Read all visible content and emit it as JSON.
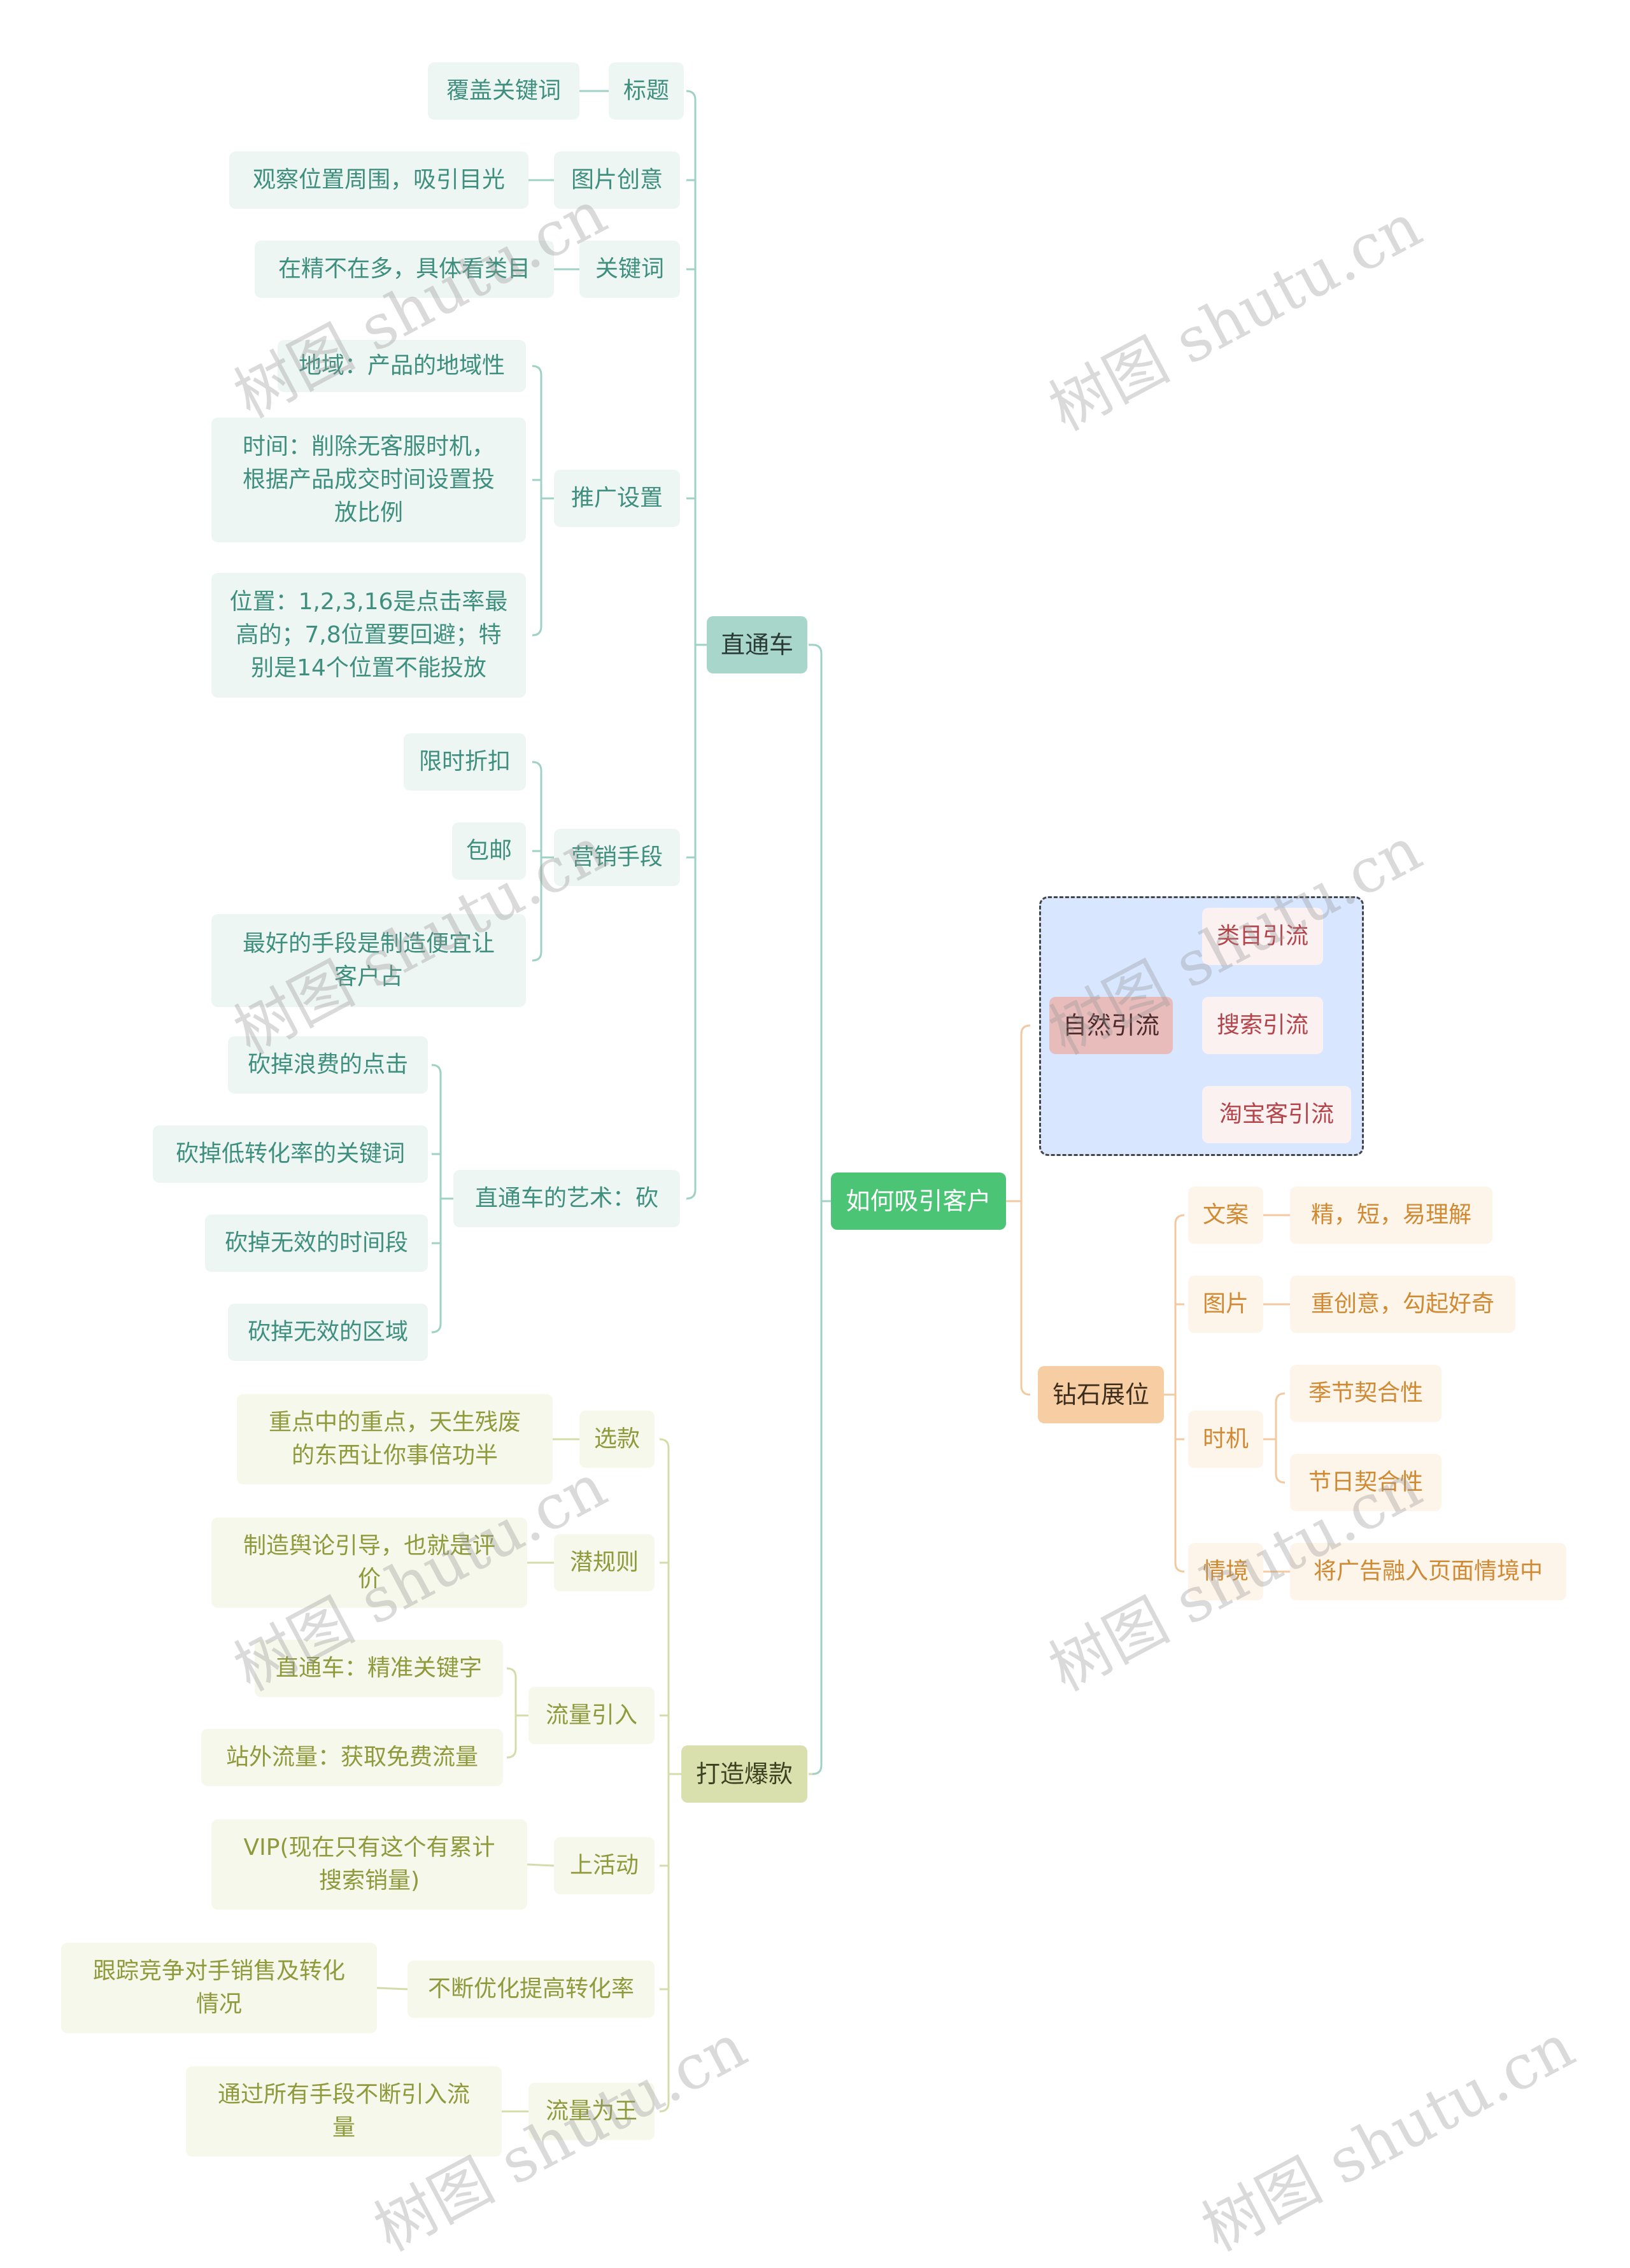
{
  "colors": {
    "teal": "#a9d6cb",
    "olive": "#d9e0ad",
    "orange": "#f7cea3",
    "red": "#e9bcbc",
    "root": "#4cc476"
  },
  "watermark": "树图 shutu.cn",
  "root": "如何吸引客户",
  "ztc": {
    "title": "直通车",
    "items": [
      {
        "label": "标题",
        "children": [
          "覆盖关键词"
        ]
      },
      {
        "label": "图片创意",
        "children": [
          "观察位置周围，吸引目光"
        ]
      },
      {
        "label": "关键词",
        "children": [
          "在精不在多，具体看类目"
        ]
      },
      {
        "label": "推广设置",
        "children": [
          "地域：产品的地域性",
          "时间：削除无客服时机，\n根据产品成交时间设置投\n放比例",
          "位置：1,2,3,16是点击率最\n高的；7,8位置要回避；特\n别是14个位置不能投放"
        ]
      },
      {
        "label": "营销手段",
        "children": [
          "限时折扣",
          "包邮",
          "最好的手段是制造便宜让\n客户占"
        ]
      },
      {
        "label": "直通车的艺术：砍",
        "children": [
          "砍掉浪费的点击",
          "砍掉低转化率的关键词",
          "砍掉无效的时间段",
          "砍掉无效的区域"
        ]
      }
    ]
  },
  "dzbk": {
    "title": "打造爆款",
    "items": [
      {
        "label": "选款",
        "children": [
          "重点中的重点，天生残废\n的东西让你事倍功半"
        ]
      },
      {
        "label": "潜规则",
        "children": [
          "制造舆论引导，也就是评\n价"
        ]
      },
      {
        "label": "流量引入",
        "children": [
          "直通车：精准关键字",
          "站外流量：获取免费流量"
        ]
      },
      {
        "label": "上活动",
        "children": [
          "VIP(现在只有这个有累计\n搜索销量)"
        ]
      },
      {
        "label": "不断优化提高转化率",
        "children": [
          "跟踪竞争对手销售及转化\n情况"
        ]
      },
      {
        "label": "流量为王",
        "children": [
          "通过所有手段不断引入流\n量"
        ]
      }
    ]
  },
  "zryl": {
    "title": "自然引流",
    "children": [
      "类目引流",
      "搜索引流",
      "淘宝客引流"
    ]
  },
  "zszw": {
    "title": "钻石展位",
    "items": [
      {
        "label": "文案",
        "children": [
          "精，短，易理解"
        ]
      },
      {
        "label": "图片",
        "children": [
          "重创意，勾起好奇"
        ]
      },
      {
        "label": "时机",
        "children": [
          "季节契合性",
          "节日契合性"
        ]
      },
      {
        "label": "情境",
        "children": [
          "将广告融入页面情境中"
        ]
      }
    ]
  }
}
